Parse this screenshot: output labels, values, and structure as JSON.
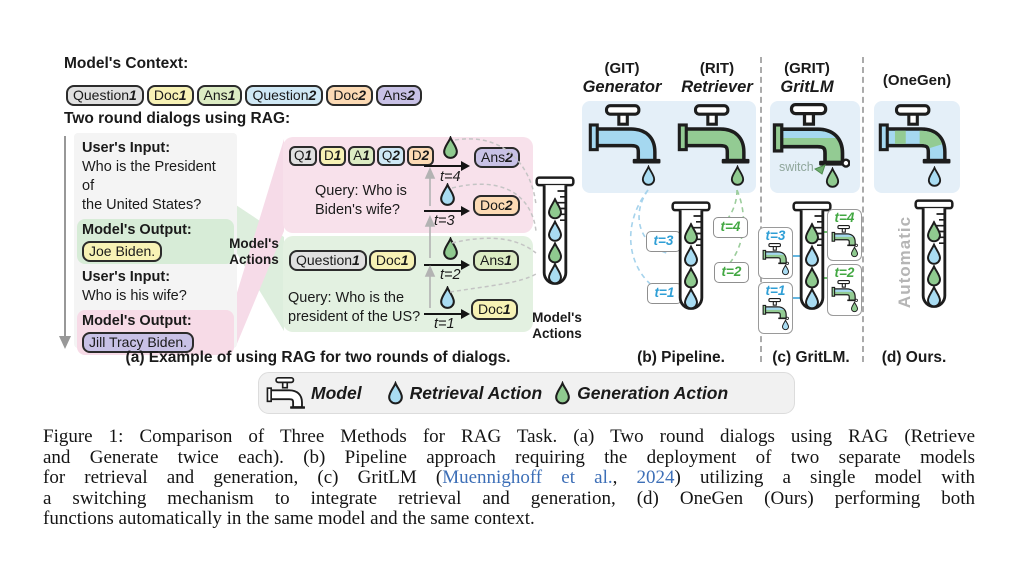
{
  "colors": {
    "retrieval_blue": "#a9dcf2",
    "generation_green": "#8fca8f",
    "faucet_blue": "#a5d8f0",
    "faucet_green": "#93cb93",
    "chip_gray": "#e0e0e0",
    "chip_yellow": "#f7f2b5",
    "chip_green": "#dcecc3",
    "chip_blue": "#cfe8f5",
    "chip_peach": "#fcdab4",
    "chip_purple": "#c8c1e6",
    "round2_pink": "#f8e1eb",
    "round1_green": "#e3f1e1",
    "panel_blue": "#e4eff8",
    "citation_blue": "#3d6fb7"
  },
  "header": {
    "context_label": "Model's Context:",
    "rag_label": "Two round dialogs using RAG:",
    "chips": [
      {
        "text": "Question",
        "num": "1"
      },
      {
        "text": "Doc",
        "num": "1"
      },
      {
        "text": "Ans",
        "num": "1"
      },
      {
        "text": "Question",
        "num": "2"
      },
      {
        "text": "Doc",
        "num": "2"
      },
      {
        "text": "Ans",
        "num": "2"
      }
    ]
  },
  "dialog": {
    "user_input1_label": "User's Input:",
    "user_input1_line1": "Who is the President of",
    "user_input1_line2": "the United States?",
    "model_output1_label": "Model's Output:",
    "model_output1_value": "Joe Biden.",
    "user_input2_label": "User's Input:",
    "user_input2_line1": "Who is his wife?",
    "model_output2_label": "Model's Output:",
    "model_output2_value": "Jill Tracy Biden."
  },
  "model_actions": {
    "line1": "Model's",
    "line2": "Actions"
  },
  "round2": {
    "chips": [
      {
        "text": "Q",
        "num": "1"
      },
      {
        "text": "D",
        "num": "1"
      },
      {
        "text": "A",
        "num": "1"
      },
      {
        "text": "Q",
        "num": "2"
      },
      {
        "text": "D",
        "num": "2"
      }
    ],
    "gen_t": "t=4",
    "gen_chip": {
      "text": "Ans",
      "num": "2"
    },
    "query_line1": "Query: Who is",
    "query_line2": "Biden's wife?",
    "ret_t": "t=3",
    "ret_chip": {
      "text": "Doc",
      "num": "2"
    }
  },
  "round1": {
    "chips": [
      {
        "text": "Question",
        "num": "1"
      },
      {
        "text": "Doc",
        "num": "1"
      }
    ],
    "gen_t": "t=2",
    "gen_chip": {
      "text": "Ans",
      "num": "1"
    },
    "query_line1": "Query: Who is the",
    "query_line2": "president of the US?",
    "ret_t": "t=1",
    "ret_chip": {
      "text": "Doc",
      "num": "1"
    }
  },
  "tube_a_label": {
    "line1": "Model's",
    "line2": "Actions"
  },
  "panel_b": {
    "tag1": "(GIT)",
    "name1": "Generator",
    "tag2": "(RIT)",
    "name2": "Retriever",
    "t1": "t=1",
    "t2": "t=2",
    "t3": "t=3",
    "t4": "t=4",
    "caption": "(b) Pipeline."
  },
  "panel_c": {
    "tag": "(GRIT)",
    "name": "GritLM",
    "switch_label": "switch",
    "t1": "t=1",
    "t2": "t=2",
    "t3": "t=3",
    "t4": "t=4",
    "caption": "(c) GritLM."
  },
  "panel_d": {
    "tag": "(OneGen)",
    "automatic_label": "Automatic",
    "caption": "(d) Ours."
  },
  "caption_a": "(a) Example of using RAG for two rounds of dialogs.",
  "legend": {
    "model_label": "Model",
    "retrieval_label": "Retrieval Action",
    "generation_label": "Generation Action"
  },
  "figure_caption": {
    "line1": "Figure 1: Comparison of Three Methods for RAG Task. (a) Two round dialogs using RAG (Retrieve",
    "line2": "and Generate twice each). (b) Pipeline approach requiring the deployment of two separate models",
    "line3_pre": "for retrieval and generation, (c) GritLM (",
    "line3_cite_authors": "Muennighoff et al.",
    "line3_sep": ", ",
    "line3_cite_year": "2024",
    "line3_post": ") utilizing a single model with",
    "line4": "a switching mechanism to integrate retrieval and generation, (d) OneGen (Ours) performing both",
    "line5": "functions automatically in the same model and the same context."
  }
}
